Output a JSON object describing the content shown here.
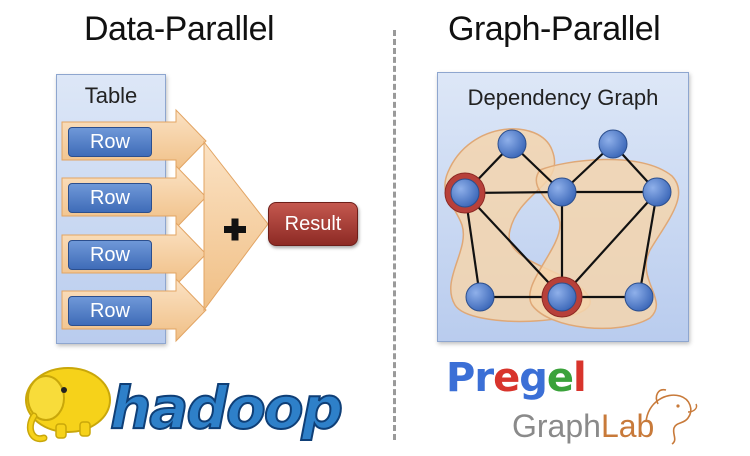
{
  "left": {
    "title": "Data-Parallel",
    "table_label": "Table",
    "rows": [
      "Row",
      "Row",
      "Row",
      "Row"
    ],
    "result_label": "Result",
    "operator": "+"
  },
  "right": {
    "title": "Graph-Parallel",
    "graph_label": "Dependency Graph"
  },
  "logos": {
    "hadoop": "hadoop",
    "pregel_letters": [
      {
        "ch": "P",
        "color": "#3b6fd6"
      },
      {
        "ch": "r",
        "color": "#3b6fd6"
      },
      {
        "ch": "e",
        "color": "#d8342c"
      },
      {
        "ch": "g",
        "color": "#3b6fd6"
      },
      {
        "ch": "e",
        "color": "#3aa23a"
      },
      {
        "ch": "l",
        "color": "#d8342c"
      }
    ],
    "graphlab_graph": "Graph",
    "graphlab_lab": "Lab"
  },
  "colors": {
    "panel": "#c9d8f2",
    "node": "#4a7bd0",
    "highlight": "#b7403a",
    "arrow": "#f6cf9f",
    "hadoop_blue": "#2e80c9",
    "hadoop_yellow": "#f6d21a",
    "graphlab_gray": "#8a8a8a",
    "graphlab_orange": "#c87a3a"
  }
}
